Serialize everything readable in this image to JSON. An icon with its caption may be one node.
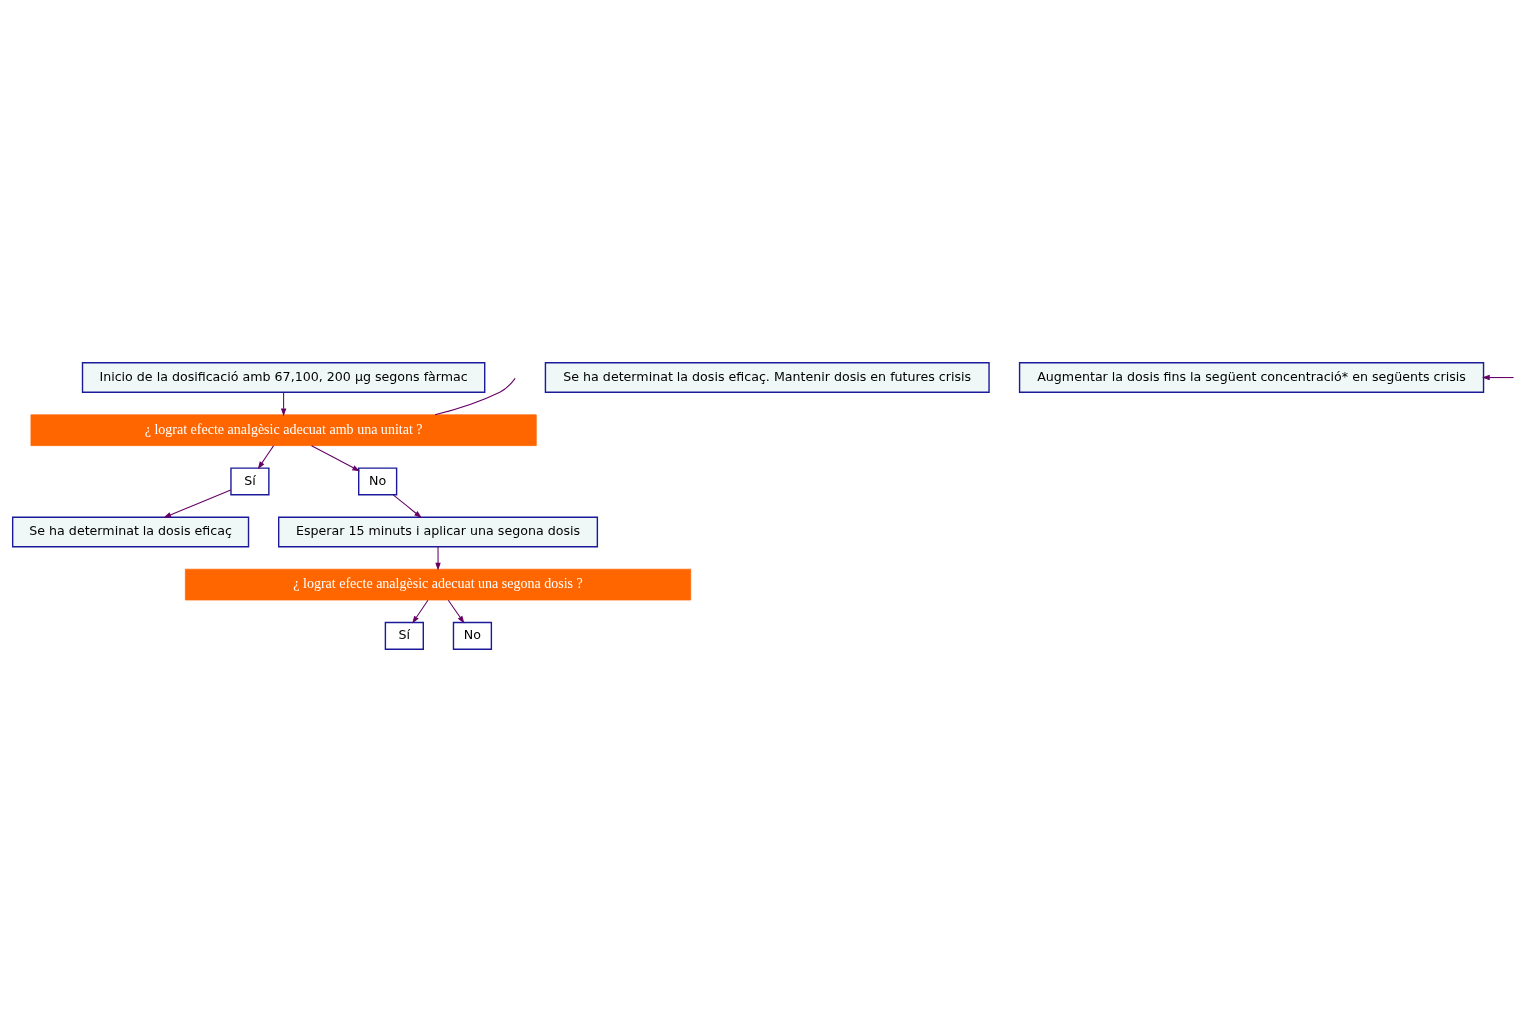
{
  "diagram": {
    "nodes": [
      {
        "text": [
          "Inicio de la dosificació amb 67,100, 200 µg segons fàrmac"
        ]
      },
      {
        "text": [
          "¿ lograt efecte analgèsic adecuat amb una unitat ?"
        ]
      },
      {
        "text": [
          "Sí"
        ]
      },
      {
        "text": [
          "Se ha determinat la dosis eficaç"
        ]
      },
      {
        "text": [
          "No"
        ]
      },
      {
        "text": [
          "Esperar 15 minuts i aplicar una segona dosis"
        ]
      },
      {
        "text": [
          "¿ lograt efecte analgèsic adecuat una segona dosis ?"
        ]
      },
      {
        "text": [
          "Sí"
        ]
      },
      {
        "text": [
          "Se ha determinat la dosis eficaç. Mantenir dosis en futures crisis"
        ]
      },
      {
        "text": [
          "No"
        ]
      },
      {
        "text": [
          "Augmentar la dosis fins la següent concentració* en següents crisis"
        ]
      }
    ],
    "edges": [
      {
        "from": 0,
        "to": 1,
        "arrow": "to"
      },
      {
        "from": 1,
        "to": 2,
        "arrow": "to"
      },
      {
        "from": 1,
        "to": 4,
        "arrow": "to"
      },
      {
        "from": 2,
        "to": 3,
        "arrow": "to"
      },
      {
        "from": 4,
        "to": 5,
        "arrow": "to"
      },
      {
        "from": 5,
        "to": 6,
        "arrow": "to"
      },
      {
        "from": 6,
        "to": 7,
        "arrow": "to"
      },
      {
        "from": 6,
        "to": 9,
        "arrow": "to"
      },
      {
        "from": 1,
        "to": null,
        "arrow": "none"
      },
      {
        "from": null,
        "to": 10,
        "arrow": "to"
      }
    ]
  }
}
